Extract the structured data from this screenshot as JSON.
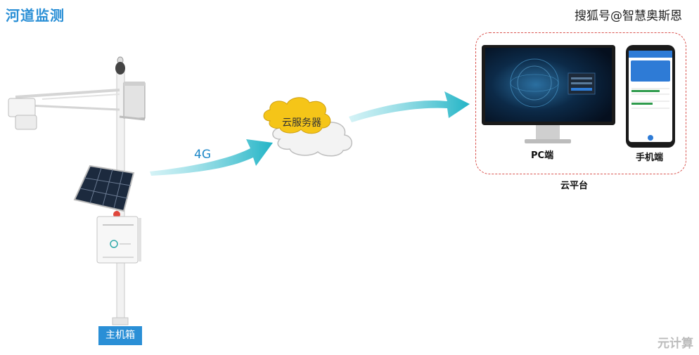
{
  "title": "河道监测",
  "watermark": "搜狐号@智慧奥斯恩",
  "watermark_bottom": "元计算",
  "link_label": "4G",
  "cloud_server_label": "云服务器",
  "host_box_label": "主机箱",
  "pc_label": "PC端",
  "phone_label": "手机端",
  "platform_label": "云平台",
  "colors": {
    "title": "#2a8fd6",
    "arrow": "#2bb8c8",
    "cloud_fill": "#f5c518",
    "frame": "#d9534f"
  }
}
